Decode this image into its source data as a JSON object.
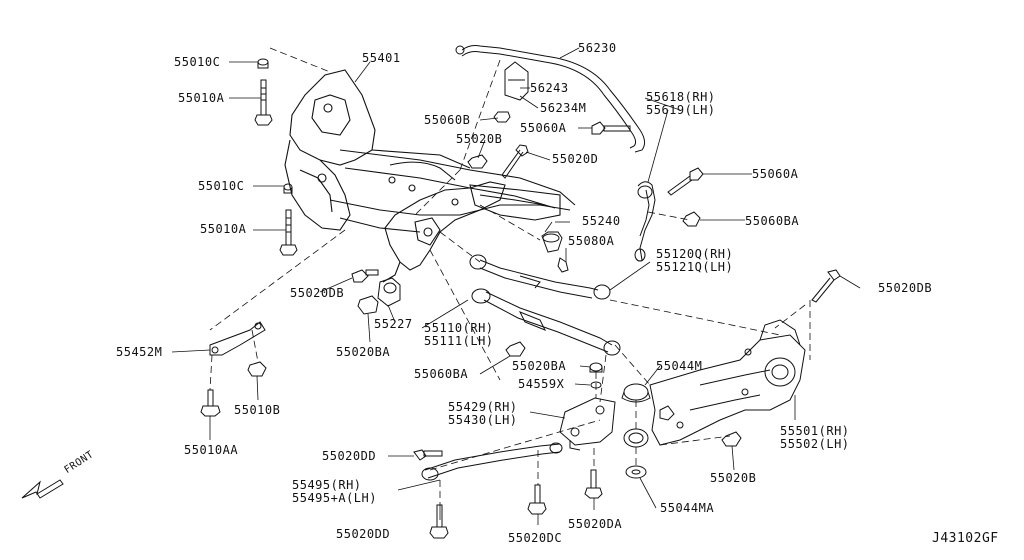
{
  "diagram_code": "J43102GF",
  "direction_label": "FRONT",
  "labels": {
    "p55010C_top": "55010C",
    "p55010A_top": "55010A",
    "p55401": "55401",
    "p56230": "56230",
    "p56243": "56243",
    "p56234M": "56234M",
    "p55060B": "55060B",
    "p55618": "55618(RH)",
    "p55619": "55619(LH)",
    "p55060A_mid": "55060A",
    "p55020B_top": "55020B",
    "p55020D": "55020D",
    "p55010C_mid": "55010C",
    "p55060A_right": "55060A",
    "p55060BA_right": "55060BA",
    "p55010A_mid": "55010A",
    "p55240": "55240",
    "p55080A": "55080A",
    "p55120Q": "55120Q(RH)",
    "p55121Q": "55121Q(LH)",
    "p55020DB_left": "55020DB",
    "p55020DB_right": "55020DB",
    "p55227": "55227",
    "p55110": "55110(RH)",
    "p55111": "55111(LH)",
    "p55020BA_left": "55020BA",
    "p55452M": "55452M",
    "p55060BA_mid": "55060BA",
    "p55020BA_mid": "55020BA",
    "p55044M": "55044M",
    "p54559X": "54559X",
    "p55010B": "55010B",
    "p55429": "55429(RH)",
    "p55430": "55430(LH)",
    "p55501": "55501(RH)",
    "p55502": "55502(LH)",
    "p55010AA": "55010AA",
    "p55020DD_top": "55020DD",
    "p55020B_bottom": "55020B",
    "p55495": "55495(RH)",
    "p55495A": "55495+A(LH)",
    "p55044MA": "55044MA",
    "p55020DD_bottom": "55020DD",
    "p55020DC": "55020DC",
    "p55020DA": "55020DA"
  }
}
